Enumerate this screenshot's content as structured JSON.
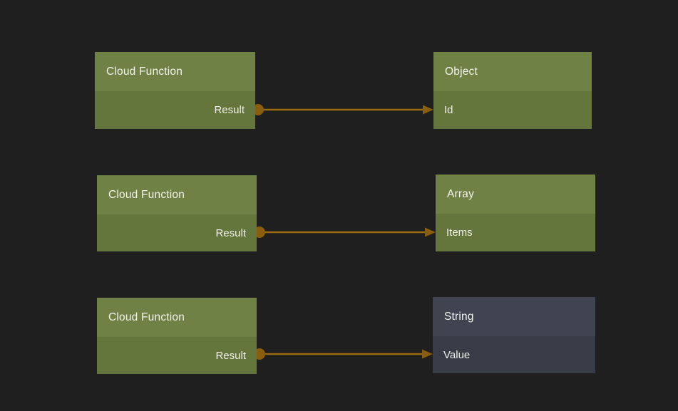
{
  "canvas": {
    "background": "#1f1f1f"
  },
  "colors": {
    "green_node_header": "#6f8144",
    "green_node_body": "#64763b",
    "dark_node_header": "#3f4450",
    "dark_node_body": "#373c47",
    "wire": "#9b6a12",
    "port_dot": "#8a5e10",
    "text": "#f3f2ec"
  },
  "nodes": [
    {
      "id": "cloud-function-1",
      "title": "Cloud Function",
      "theme": "green",
      "ports": [
        {
          "label": "Result",
          "direction": "output"
        }
      ]
    },
    {
      "id": "object-1",
      "title": "Object",
      "theme": "green",
      "ports": [
        {
          "label": "Id",
          "direction": "input"
        }
      ]
    },
    {
      "id": "cloud-function-2",
      "title": "Cloud Function",
      "theme": "green",
      "ports": [
        {
          "label": "Result",
          "direction": "output"
        }
      ]
    },
    {
      "id": "array-1",
      "title": "Array",
      "theme": "green",
      "ports": [
        {
          "label": "Items",
          "direction": "input"
        }
      ]
    },
    {
      "id": "cloud-function-3",
      "title": "Cloud Function",
      "theme": "green",
      "ports": [
        {
          "label": "Result",
          "direction": "output"
        }
      ]
    },
    {
      "id": "string-1",
      "title": "String",
      "theme": "dark",
      "ports": [
        {
          "label": "Value",
          "direction": "input"
        }
      ]
    }
  ],
  "connections": [
    {
      "from": "Cloud Function.Result",
      "to": "Object.Id"
    },
    {
      "from": "Cloud Function.Result",
      "to": "Array.Items"
    },
    {
      "from": "Cloud Function.Result",
      "to": "String.Value"
    }
  ]
}
